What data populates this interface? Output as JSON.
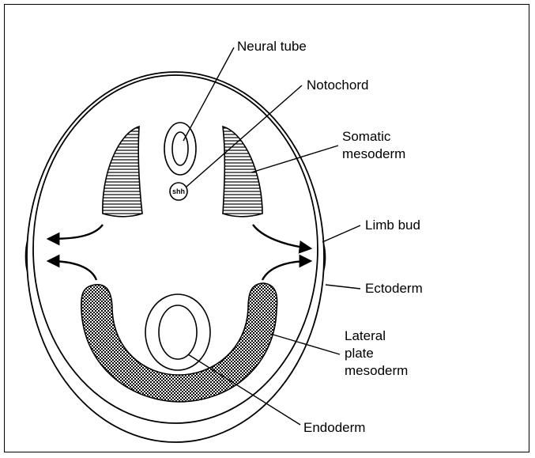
{
  "diagram": {
    "labels": {
      "neural_tube": "Neural tube",
      "notochord": "Notochord",
      "somatic_line1": "Somatic",
      "somatic_line2": "mesoderm",
      "limb_bud": "Limb bud",
      "ectoderm": "Ectoderm",
      "lateral_line1": "Lateral",
      "lateral_line2": "plate",
      "lateral_line3": "mesoderm",
      "endoderm": "Endoderm",
      "shh": "shh"
    },
    "colors": {
      "stroke": "#000000",
      "background": "#ffffff"
    }
  }
}
